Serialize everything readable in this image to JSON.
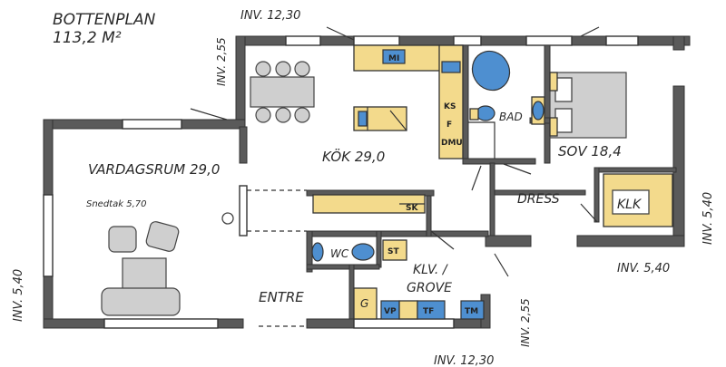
{
  "title_line1": "BOTTENPLAN",
  "title_line2": "113,2 M²",
  "rooms": {
    "vardagsrum": "VARDAGSRUM 29,0",
    "kok": "KÖK 29,0",
    "sov": "SOV 18,4",
    "bad": "BAD",
    "dress": "DRESS",
    "klk": "KLK",
    "entre": "ENTRE",
    "wc": "WC",
    "klv_line1": "KLV. /",
    "klv_line2": "GROVE"
  },
  "labels": {
    "snedtak": "Snedtak 5,70",
    "ks": "KS",
    "f": "F",
    "mu": "DMU",
    "st": "ST",
    "g": "G",
    "sk": "SK",
    "vp": "VP",
    "tf": "TF",
    "tm": "TM",
    "mi": "MI"
  },
  "dimensions": {
    "top": "INV. 12,30",
    "left_top": "INV. 2,55",
    "left_bottom": "INV. 5,40",
    "right": "INV. 5,40",
    "right_bottom": "INV. 5,40",
    "mid": "INV. 2,55",
    "bottom": "INV. 12,30"
  }
}
